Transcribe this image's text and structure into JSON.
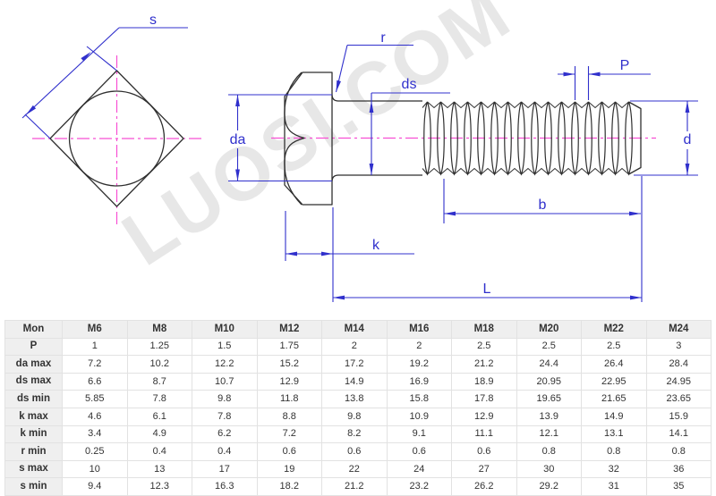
{
  "drawing": {
    "watermark": "LUOSI.COM",
    "colors": {
      "dimension": "#3030cc",
      "centerline": "#f84fd4",
      "outline": "#2f2f2f",
      "watermark": "#e7e7e7",
      "table_header_bg": "#efefef",
      "table_border": "#e2e2e2"
    },
    "labels": {
      "s": "s",
      "r": "r",
      "ds": "ds",
      "p": "P",
      "da": "da",
      "d": "d",
      "b": "b",
      "k": "k",
      "l": "L"
    }
  },
  "table": {
    "columns": [
      "Mon",
      "M6",
      "M8",
      "M10",
      "M12",
      "M14",
      "M16",
      "M18",
      "M20",
      "M22",
      "M24"
    ],
    "rows": [
      {
        "label": "P",
        "values": [
          "1",
          "1.25",
          "1.5",
          "1.75",
          "2",
          "2",
          "2.5",
          "2.5",
          "2.5",
          "3"
        ]
      },
      {
        "label": "da max",
        "values": [
          "7.2",
          "10.2",
          "12.2",
          "15.2",
          "17.2",
          "19.2",
          "21.2",
          "24.4",
          "26.4",
          "28.4"
        ]
      },
      {
        "label": "ds max",
        "values": [
          "6.6",
          "8.7",
          "10.7",
          "12.9",
          "14.9",
          "16.9",
          "18.9",
          "20.95",
          "22.95",
          "24.95"
        ]
      },
      {
        "label": "ds min",
        "values": [
          "5.85",
          "7.8",
          "9.8",
          "11.8",
          "13.8",
          "15.8",
          "17.8",
          "19.65",
          "21.65",
          "23.65"
        ]
      },
      {
        "label": "k max",
        "values": [
          "4.6",
          "6.1",
          "7.8",
          "8.8",
          "9.8",
          "10.9",
          "12.9",
          "13.9",
          "14.9",
          "15.9"
        ]
      },
      {
        "label": "k min",
        "values": [
          "3.4",
          "4.9",
          "6.2",
          "7.2",
          "8.2",
          "9.1",
          "11.1",
          "12.1",
          "13.1",
          "14.1"
        ]
      },
      {
        "label": "r min",
        "values": [
          "0.25",
          "0.4",
          "0.4",
          "0.6",
          "0.6",
          "0.6",
          "0.6",
          "0.8",
          "0.8",
          "0.8"
        ]
      },
      {
        "label": "s max",
        "values": [
          "10",
          "13",
          "17",
          "19",
          "22",
          "24",
          "27",
          "30",
          "32",
          "36"
        ]
      },
      {
        "label": "s min",
        "values": [
          "9.4",
          "12.3",
          "16.3",
          "18.2",
          "21.2",
          "23.2",
          "26.2",
          "29.2",
          "31",
          "35"
        ]
      }
    ]
  }
}
